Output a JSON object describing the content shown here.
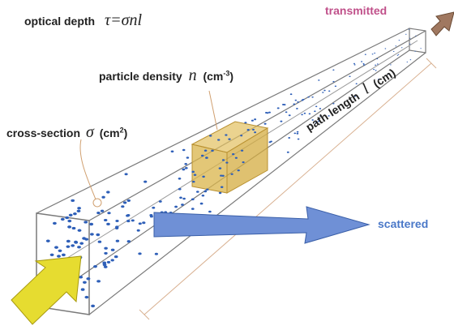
{
  "labels": {
    "optical_depth_text": "optical depth",
    "optical_depth_formula": "τ=σnl",
    "particle_density_text": "particle density",
    "particle_density_symbol": "n",
    "particle_density_unit_open": "(cm",
    "particle_density_unit_exp": "-3",
    "particle_density_unit_close": ")",
    "cross_section_text": "cross-section",
    "cross_section_symbol": "σ",
    "cross_section_unit_open": "(cm",
    "cross_section_unit_exp": "2",
    "cross_section_unit_close": ")",
    "path_length_text": "path length",
    "path_length_symbol": "l",
    "path_length_unit": "(cm)",
    "transmitted": "transmitted",
    "scattered": "scattered"
  },
  "colors": {
    "transmitted_label": "#c0508a",
    "scattered_label": "#4a78c8",
    "incident_arrow": "#e6dc30",
    "scattered_arrow": "#6f90d6",
    "transmitted_arrow": "#a07860",
    "particles": "#2e5fb8",
    "density_box": "#d9b44a",
    "outline": "#7a7a7a"
  }
}
